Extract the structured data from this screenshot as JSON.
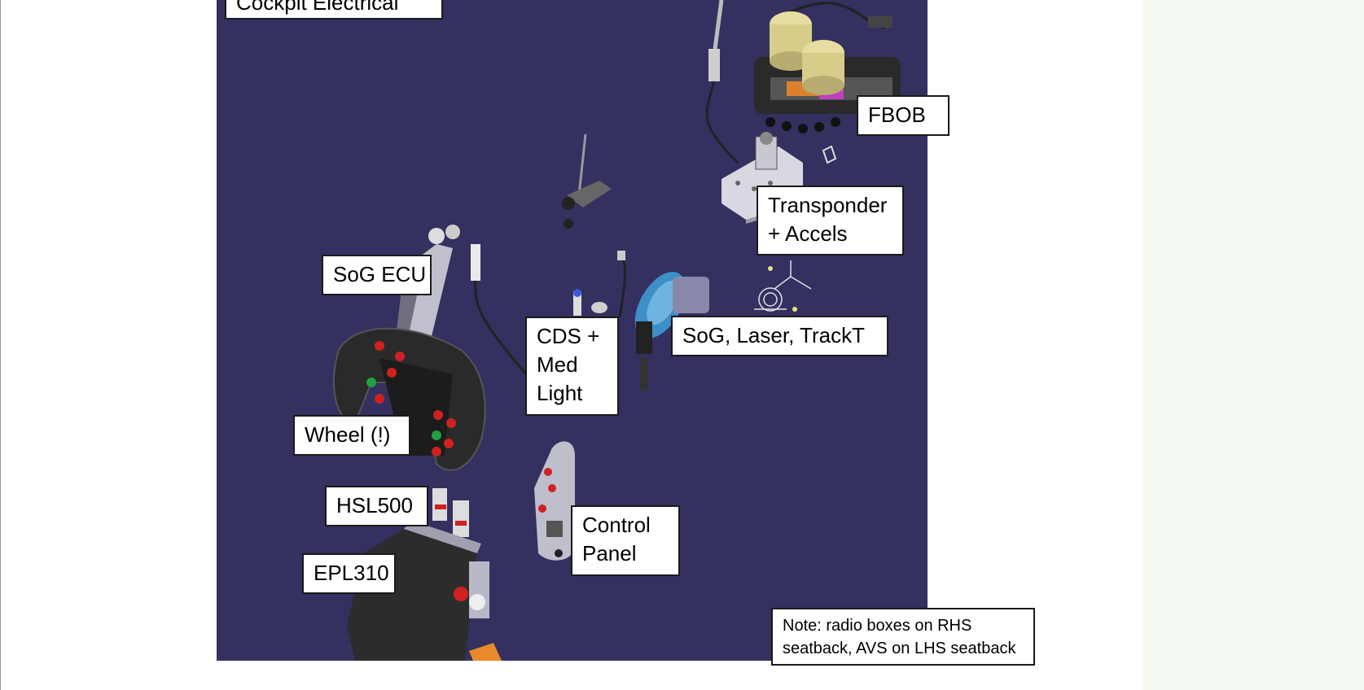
{
  "slide": {
    "title_label": "Cockpit Electrical",
    "labels": {
      "fbob": "FBOB",
      "transponder": [
        "Transponder",
        "+ Accels"
      ],
      "sog_ecu": "SoG ECU",
      "cds": [
        "CDS +",
        "Med",
        "Light"
      ],
      "sog_laser": "SoG, Laser, TrackT",
      "wheel": "Wheel (!)",
      "hsl500": "HSL500",
      "control_panel": [
        "Control",
        "Panel"
      ],
      "epl310": "EPL310"
    },
    "note": [
      "Note: radio boxes on RHS",
      "seatback, AVS on LHS seatback"
    ]
  },
  "colors": {
    "cad_background": "#34305f",
    "right_panel": "#f3f8f1",
    "label_border": "#1a1a1a"
  }
}
